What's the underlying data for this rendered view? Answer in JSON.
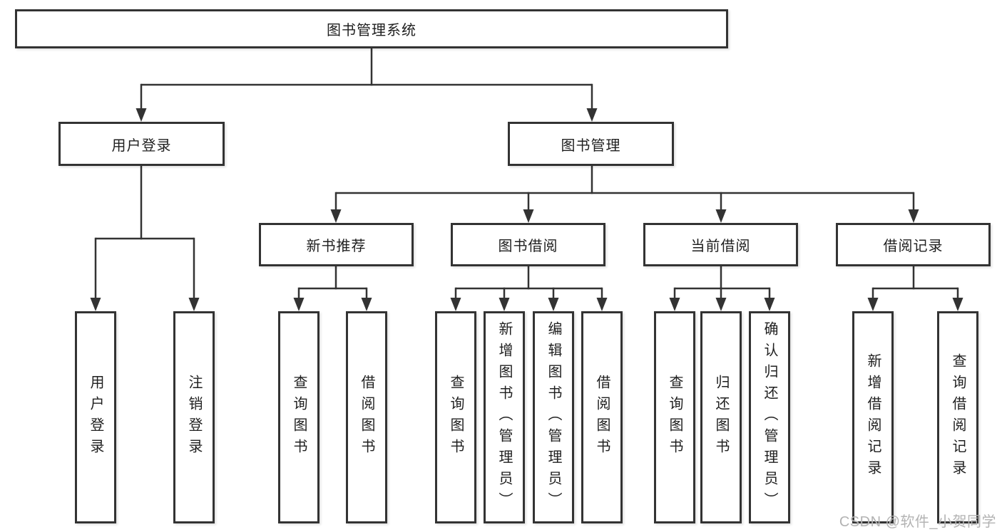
{
  "diagram": {
    "root": {
      "label": "图书管理系统"
    },
    "level1": [
      {
        "label": "用户登录"
      },
      {
        "label": "图书管理"
      }
    ],
    "level2": [
      {
        "label": "新书推荐"
      },
      {
        "label": "图书借阅"
      },
      {
        "label": "当前借阅"
      },
      {
        "label": "借阅记录"
      }
    ],
    "leaves": {
      "user_login": [
        "用户登录",
        "注销登录"
      ],
      "new_book_recommend": [
        "查询图书",
        "借阅图书"
      ],
      "book_borrow": [
        "查询图书",
        "新增图书（管理员）",
        "编辑图书（管理员）",
        "借阅图书"
      ],
      "current_borrow": [
        "查询图书",
        "归还图书",
        "确认归还（管理员）"
      ],
      "borrow_records": [
        "新增借阅记录",
        "查询借阅记录"
      ]
    }
  },
  "watermark": {
    "text": "CSDN @软件_小贺同学"
  },
  "colors": {
    "background": "#ffffff",
    "box_fill": "#ffffff",
    "box_border": "#333333",
    "line": "#333333",
    "text": "#1f1f1f",
    "watermark": "#b3b3b3"
  }
}
